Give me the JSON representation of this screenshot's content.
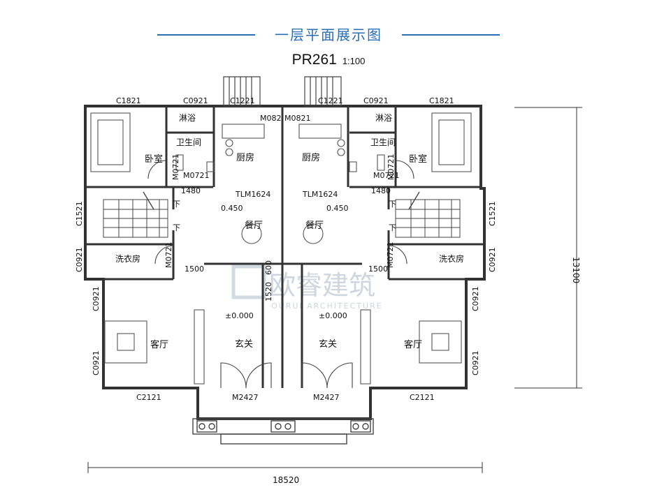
{
  "header": {
    "title": "一层平面展示图",
    "plan_code": "PR261",
    "scale": "1:100",
    "accent_color": "#2a6fb6"
  },
  "watermark": {
    "brand": "欧睿建筑",
    "tagline": "OURUI ARCHITECTURE"
  },
  "rooms": {
    "bedroom": "卧室",
    "bath": "卫生间",
    "shower": "淋浴",
    "kitchen": "厨房",
    "dining": "餐厅",
    "laundry": "洗衣房",
    "living": "客厅",
    "foyer": "玄关"
  },
  "labels": {
    "stair_down": "下",
    "windows": {
      "c1821": "C1821",
      "c0921": "C0921",
      "c1221": "C1221",
      "c1521": "C1521",
      "c2121": "C2121"
    },
    "doors": {
      "m0821": "M0821",
      "m0821_cut": "M082",
      "m0721": "M0721",
      "m2427": "M2427",
      "tlm1624": "TLM1624"
    },
    "elevations": {
      "dining": "0.450",
      "foyer": "±0.000"
    }
  },
  "dimensions": {
    "width": "18520",
    "depth": "13100",
    "d1480": "1480",
    "d1500": "1500",
    "d1520": "1520",
    "d600": "600"
  }
}
